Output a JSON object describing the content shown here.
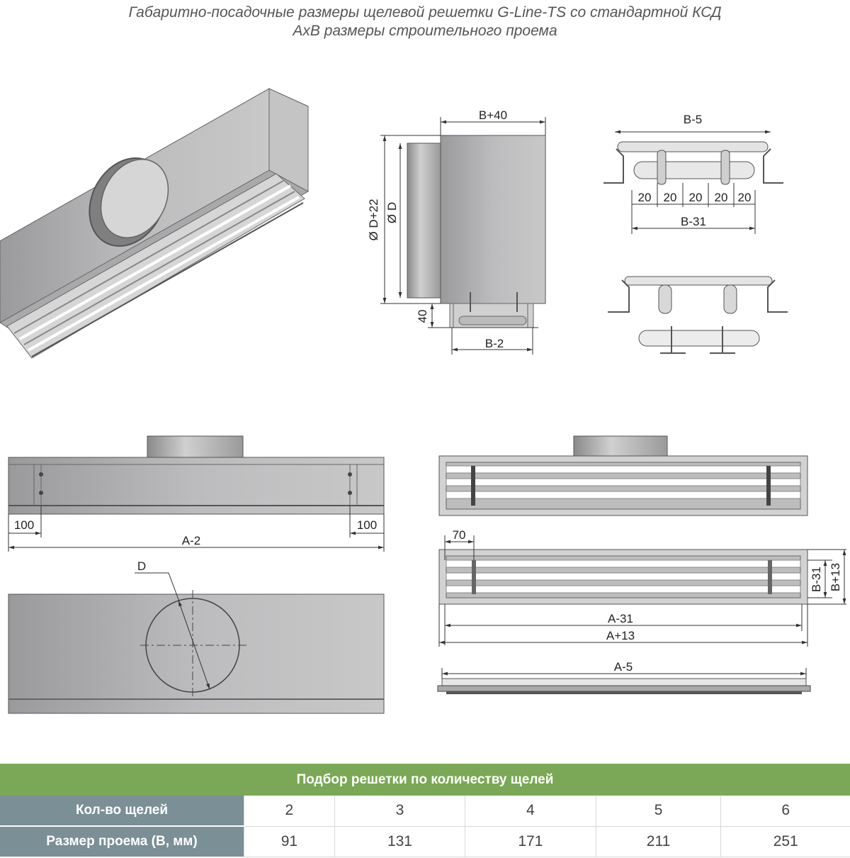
{
  "title": {
    "line1": "Габаритно-посадочные размеры щелевой решетки G-Line-TS со стандартной КСД",
    "line2": "AxB размеры строительного проема"
  },
  "dimensions": {
    "b_plus_40": "B+40",
    "d_plus_22": "Ø D+22",
    "d": "Ø D",
    "h40": "40",
    "b_minus_2": "B-2",
    "b_minus_5": "B-5",
    "step": [
      "20",
      "20",
      "20",
      "20",
      "20"
    ],
    "b_minus_31": "B-31",
    "offset_left": "100",
    "offset_right": "100",
    "a_minus_2": "A-2",
    "d_label": "D",
    "w70": "70",
    "b_minus_31_v": "B-31",
    "b_plus_13_v": "B+13",
    "a_minus_31": "A-31",
    "a_plus_13": "A+13",
    "a_minus_5": "A-5"
  },
  "table": {
    "header": "Подбор решетки по количеству щелей",
    "row1_label": "Кол-во щелей",
    "row1_values": [
      "2",
      "3",
      "4",
      "5",
      "6"
    ],
    "row2_label": "Размер проема (B, мм)",
    "row2_values": [
      "91",
      "131",
      "171",
      "211",
      "251"
    ]
  },
  "colors": {
    "header_green": "#7aa856",
    "label_gray": "#7a8f96"
  }
}
